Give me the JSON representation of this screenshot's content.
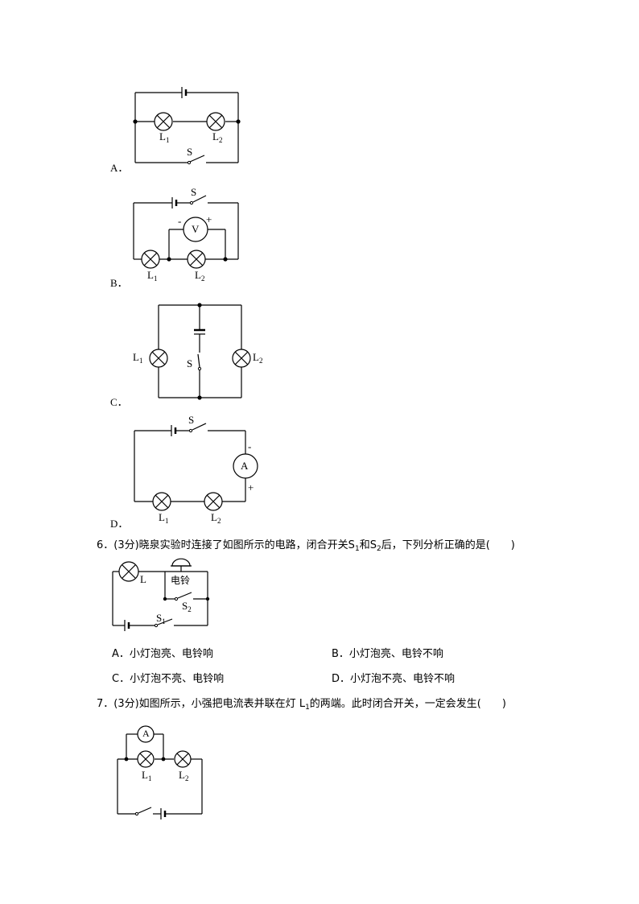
{
  "option_letters": {
    "a": "A．",
    "b": "B．",
    "c": "C．",
    "d": "D．"
  },
  "labels": {
    "s": "S",
    "l": "L",
    "one": "1",
    "two": "2",
    "v": "V",
    "a_meter": "A",
    "plus": "+",
    "minus": "-",
    "bell": "电铃",
    "s1_l": "S",
    "s2_l": "S"
  },
  "q6": {
    "text": "6．(3分)晓泉实验时连接了如图所示的电路，闭合开关S",
    "sub1": "1",
    "text_mid": "和S",
    "sub2": "2",
    "text_end": "后，下列分析正确的是(　　)",
    "options": {
      "a": "A．小灯泡亮、电铃响",
      "b": "B．小灯泡亮、电铃不响",
      "c": "C．小灯泡不亮、电铃响",
      "d": "D．小灯泡不亮、电铃不响"
    }
  },
  "q7": {
    "text": "7．(3分)如图所示，小强把电流表并联在灯 L",
    "sub1": "1",
    "text_end": "的两端。此时闭合开关，一定会发生(　　)"
  }
}
